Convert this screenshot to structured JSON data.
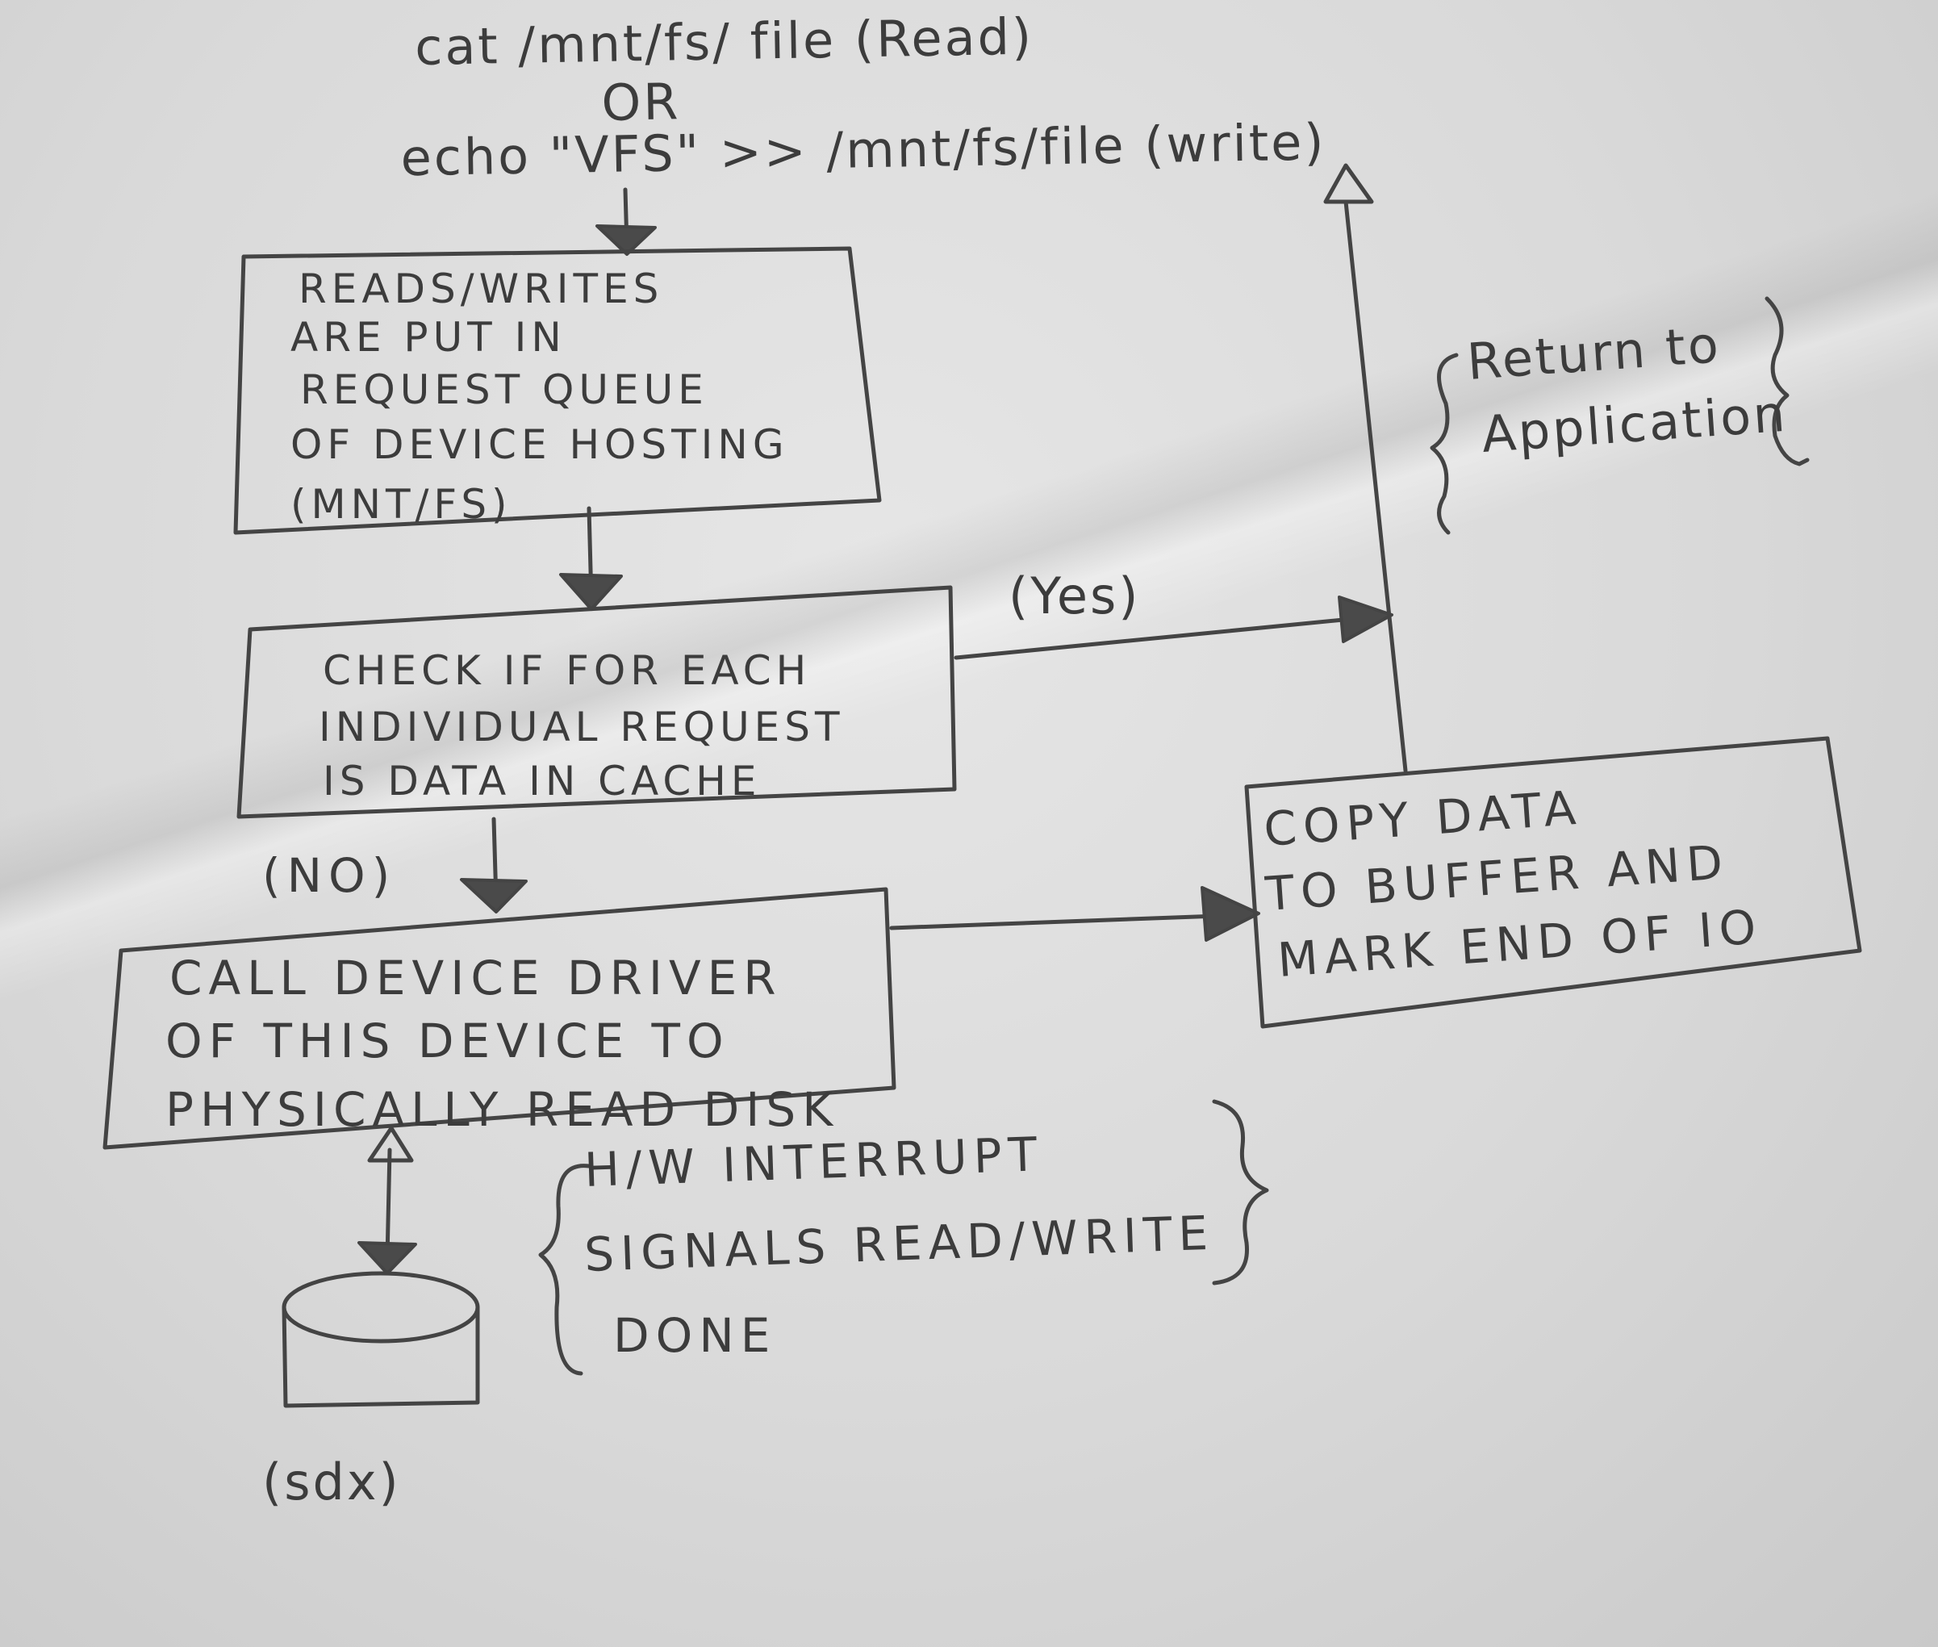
{
  "command": {
    "line1": "cat /mnt/fs/ file (Read)",
    "line2": "OR",
    "line3": "echo \"VFS\" >> /mnt/fs/file (write)"
  },
  "box_queue": {
    "lines": [
      "READS/WRITES",
      "ARE PUT IN",
      "REQUEST QUEUE",
      "OF DEVICE HOSTING",
      "(MNT/FS)"
    ]
  },
  "box_check": {
    "lines": [
      "CHECK IF FOR EACH",
      "INDIVIDUAL REQUEST",
      "IS DATA IN CACHE"
    ]
  },
  "box_driver": {
    "lines": [
      "CALL DEVICE DRIVER",
      "OF THIS DEVICE TO",
      "PHYSICALLY READ DISK"
    ]
  },
  "box_copy": {
    "lines": [
      "COPY DATA",
      "TO BUFFER AND",
      "MARK END OF IO"
    ]
  },
  "labels": {
    "yes": "(Yes)",
    "no": "(NO)",
    "disk": "(sdx)"
  },
  "notes": {
    "return_lines": [
      "Return to",
      "Application"
    ],
    "interrupt_lines": [
      "H/W INTERRUPT",
      "SIGNALS READ/WRITE",
      "DONE"
    ]
  }
}
